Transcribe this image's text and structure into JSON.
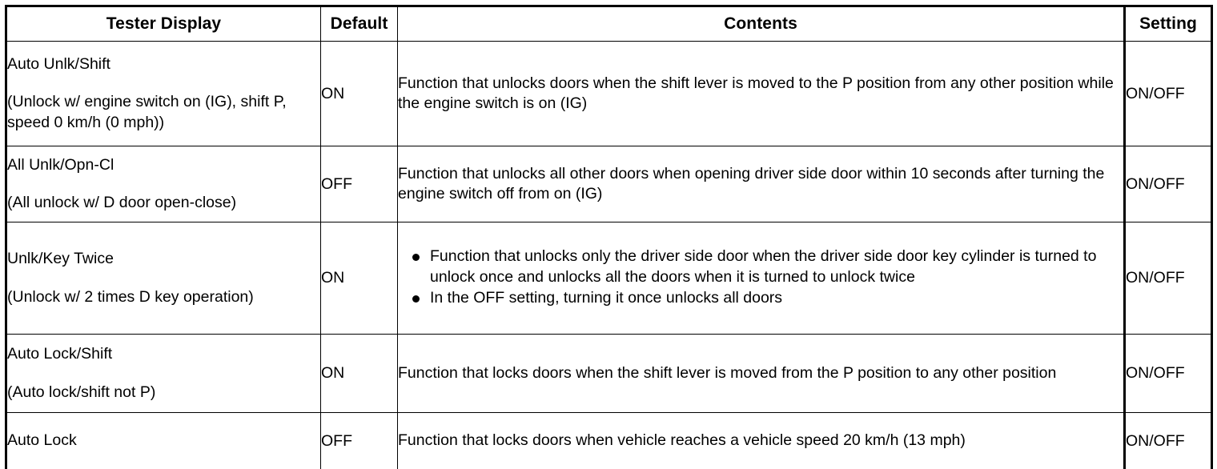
{
  "table": {
    "columns": [
      {
        "key": "tester",
        "label": "Tester Display"
      },
      {
        "key": "default",
        "label": "Default"
      },
      {
        "key": "contents",
        "label": "Contents"
      },
      {
        "key": "setting",
        "label": "Setting"
      }
    ],
    "rows": [
      {
        "tester_name": "Auto Unlk/Shift",
        "tester_alias": "(Unlock w/ engine switch on (IG), shift P, speed 0 km/h (0 mph))",
        "default": "ON",
        "contents_paragraph": "Function that unlocks doors when the shift lever is moved to the P position from any other position while the engine switch is on (IG)",
        "contents_bullets": [],
        "setting": "ON/OFF"
      },
      {
        "tester_name": "All Unlk/Opn-Cl",
        "tester_alias": "(All unlock w/ D door open-close)",
        "default": "OFF",
        "contents_paragraph": "Function that unlocks all other doors when opening driver side door within 10 seconds after turning the engine switch off from on (IG)",
        "contents_bullets": [],
        "setting": "ON/OFF"
      },
      {
        "tester_name": "Unlk/Key Twice",
        "tester_alias": "(Unlock w/ 2 times D key operation)",
        "default": "ON",
        "contents_paragraph": "",
        "contents_bullets": [
          "Function that unlocks only the driver side door when the driver side door key cylinder is turned to unlock once and unlocks all the doors when it is turned to unlock twice",
          "In the OFF setting, turning it once unlocks all doors"
        ],
        "setting": "ON/OFF"
      },
      {
        "tester_name": "Auto Lock/Shift",
        "tester_alias": "(Auto lock/shift not P)",
        "default": "ON",
        "contents_paragraph": "Function that locks doors when the shift lever is moved from the P position to any other position",
        "contents_bullets": [],
        "setting": "ON/OFF"
      },
      {
        "tester_name": "Auto Lock",
        "tester_alias": "",
        "default": "OFF",
        "contents_paragraph": "Function that locks doors when vehicle reaches a vehicle speed 20 km/h (13 mph)",
        "contents_bullets": [],
        "setting": "ON/OFF"
      }
    ]
  },
  "colors": {
    "border": "#000000",
    "text": "#000000",
    "background": "#ffffff"
  }
}
